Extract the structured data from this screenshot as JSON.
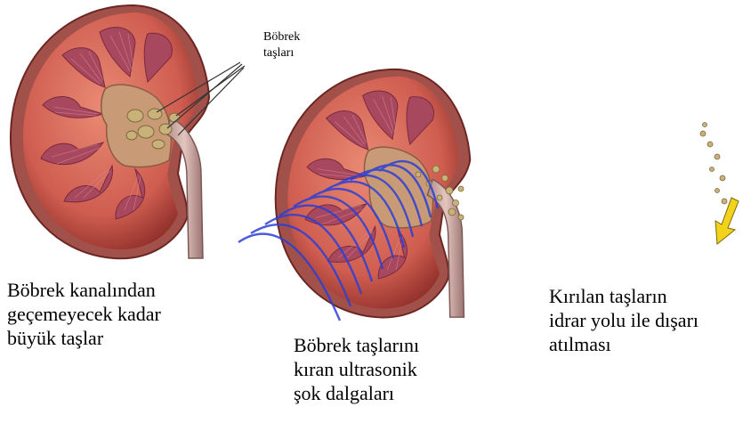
{
  "callout": "Böbrek\ntaşları",
  "panels": [
    {
      "caption": "Böbrek kanalından\ngeçemeyecek kadar\nbüyük taşlar"
    },
    {
      "caption": "Böbrek taşlarını\nkıran ultrasonik\nşok dalgaları"
    },
    {
      "caption": "Kırılan taşların\nidrar yolu ile dışarı\natılması"
    }
  ],
  "colors": {
    "cortex": "#c9574c",
    "medulla": "#b04f63",
    "stone": "#c8b27a",
    "wave": "#2c3fd6",
    "arrow": "#f2d21b"
  }
}
